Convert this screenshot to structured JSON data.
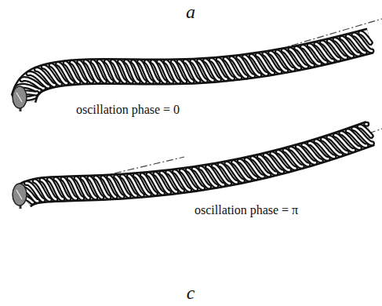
{
  "diagram": {
    "labels": [
      "a",
      "oscillation phase = 0",
      "oscillation phase = π",
      "c"
    ]
  }
}
